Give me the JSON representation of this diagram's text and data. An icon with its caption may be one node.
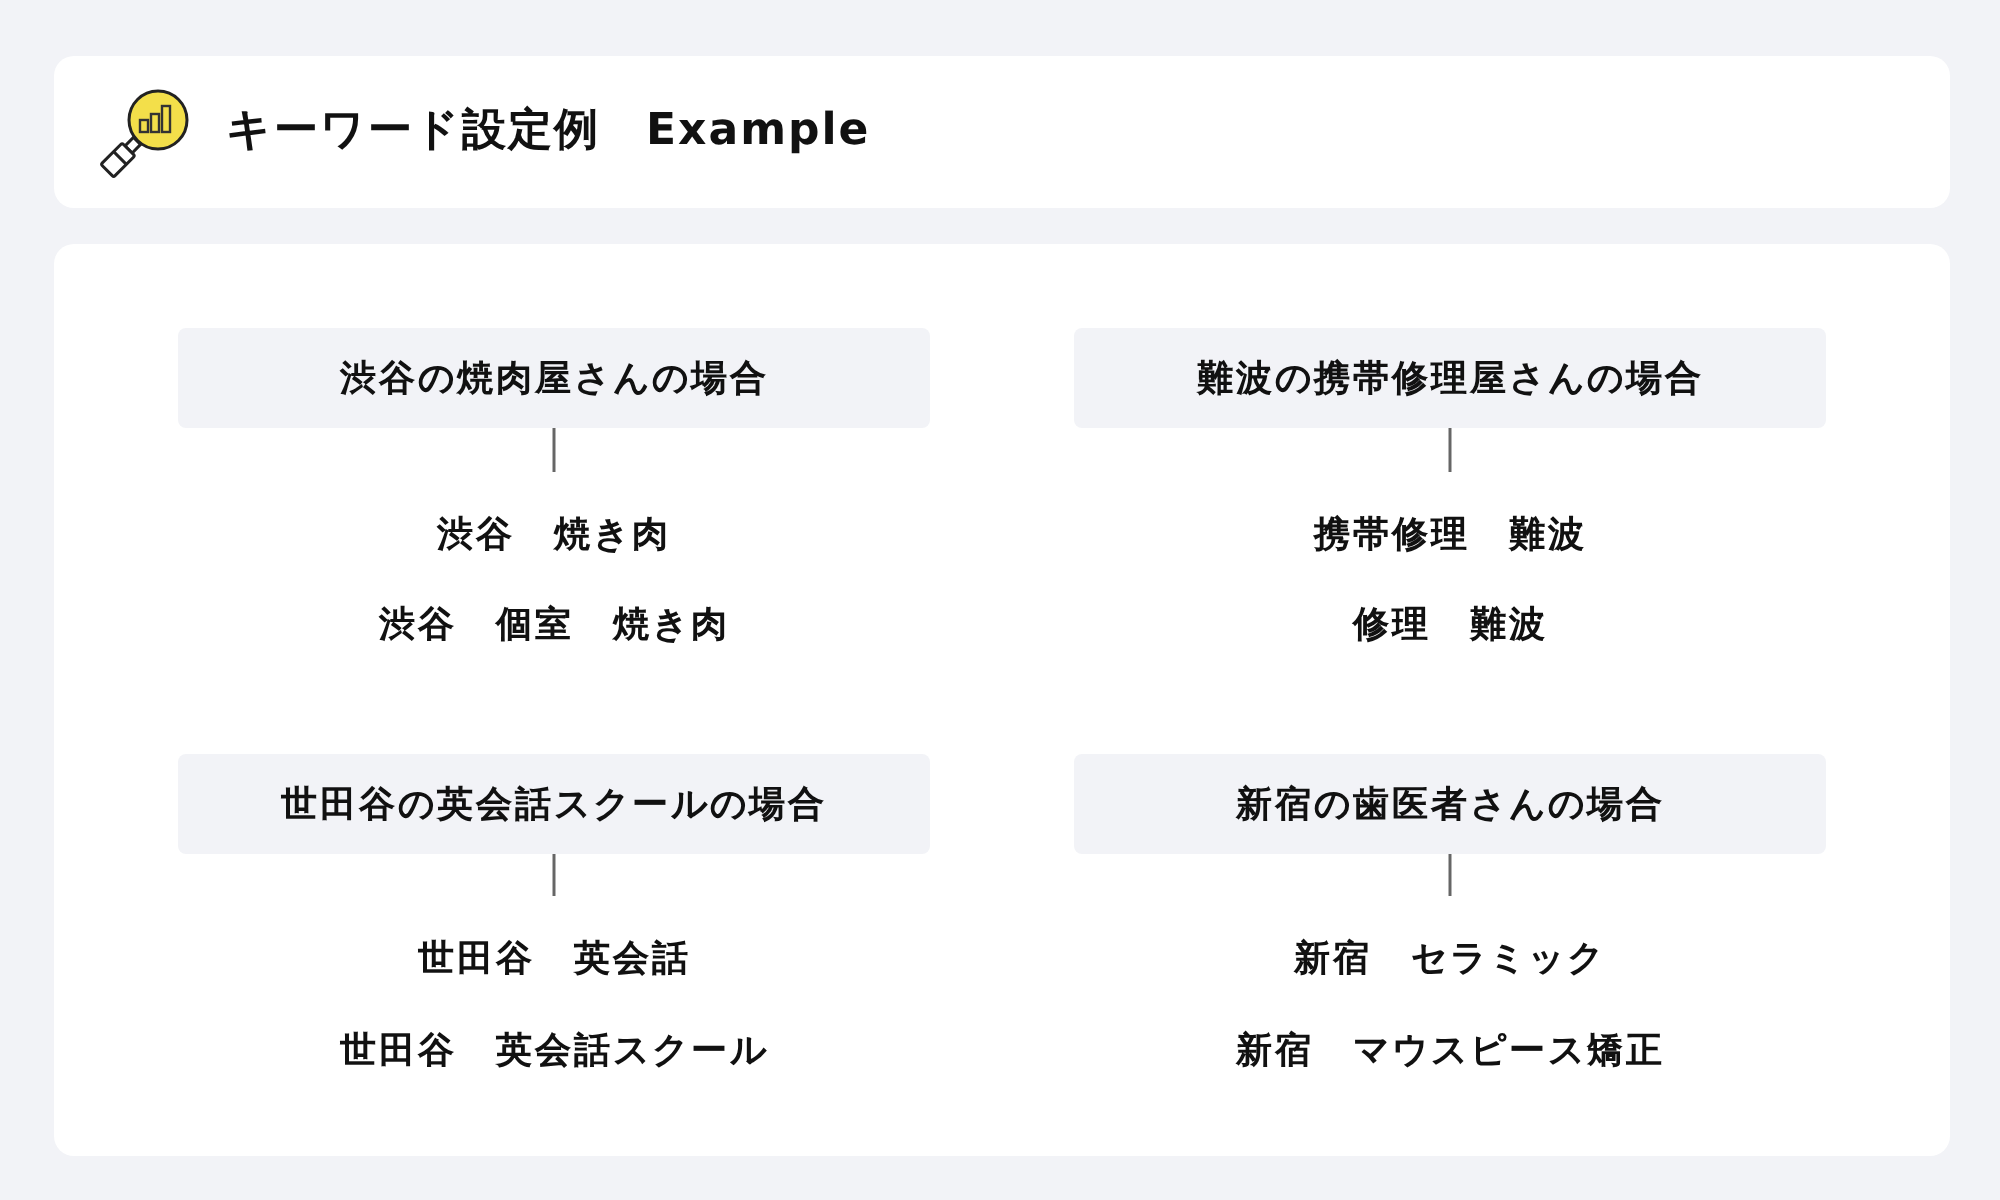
{
  "diagram": {
    "title": "キーワード設定例　Example",
    "nodes": [
      {
        "text": [
          "渋谷の焼肉屋さんの場合"
        ]
      },
      {
        "text": [
          "渋谷　焼き肉",
          "渋谷　個室　焼き肉"
        ]
      },
      {
        "text": [
          "難波の携帯修理屋さんの場合"
        ]
      },
      {
        "text": [
          "携帯修理　難波",
          "修理　難波"
        ]
      },
      {
        "text": [
          "世田谷の英会話スクールの場合"
        ]
      },
      {
        "text": [
          "世田谷　英会話",
          "世田谷　英会話スクール"
        ]
      },
      {
        "text": [
          "新宿の歯医者さんの場合"
        ]
      },
      {
        "text": [
          "新宿　セラミック",
          "新宿　マウスピース矯正"
        ]
      }
    ],
    "edges": [
      {
        "from": 0,
        "to": 1,
        "arrow": "none"
      },
      {
        "from": 2,
        "to": 3,
        "arrow": "none"
      },
      {
        "from": 4,
        "to": 5,
        "arrow": "none"
      },
      {
        "from": 6,
        "to": 7,
        "arrow": "none"
      }
    ]
  }
}
